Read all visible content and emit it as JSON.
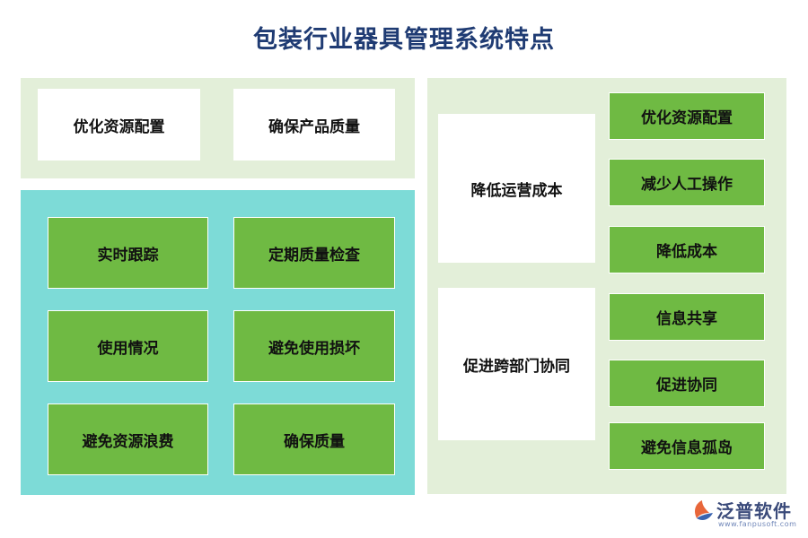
{
  "title": "包装行业器具管理系统特点",
  "top_left": {
    "items": [
      "优化资源配置",
      "确保产品质量"
    ]
  },
  "bottom_left": {
    "items": [
      "实时跟踪",
      "定期质量检查",
      "使用情况",
      "避免使用损坏",
      "避免资源浪费",
      "确保质量"
    ]
  },
  "right": {
    "group1": {
      "label": "降低运营成本",
      "items": [
        "优化资源配置",
        "减少人工操作",
        "降低成本"
      ]
    },
    "group2": {
      "label": "促进跨部门协同",
      "items": [
        "信息共享",
        "促进协同",
        "避免信息孤岛"
      ]
    }
  },
  "logo": {
    "name": "泛普软件",
    "url": "www.fanpusoft.com",
    "icon": "fanpu-logo-icon"
  },
  "colors": {
    "title": "#1f3b73",
    "panel_green": "#e3efd9",
    "panel_teal": "#7ddbd7",
    "box_green": "#6fba43"
  }
}
